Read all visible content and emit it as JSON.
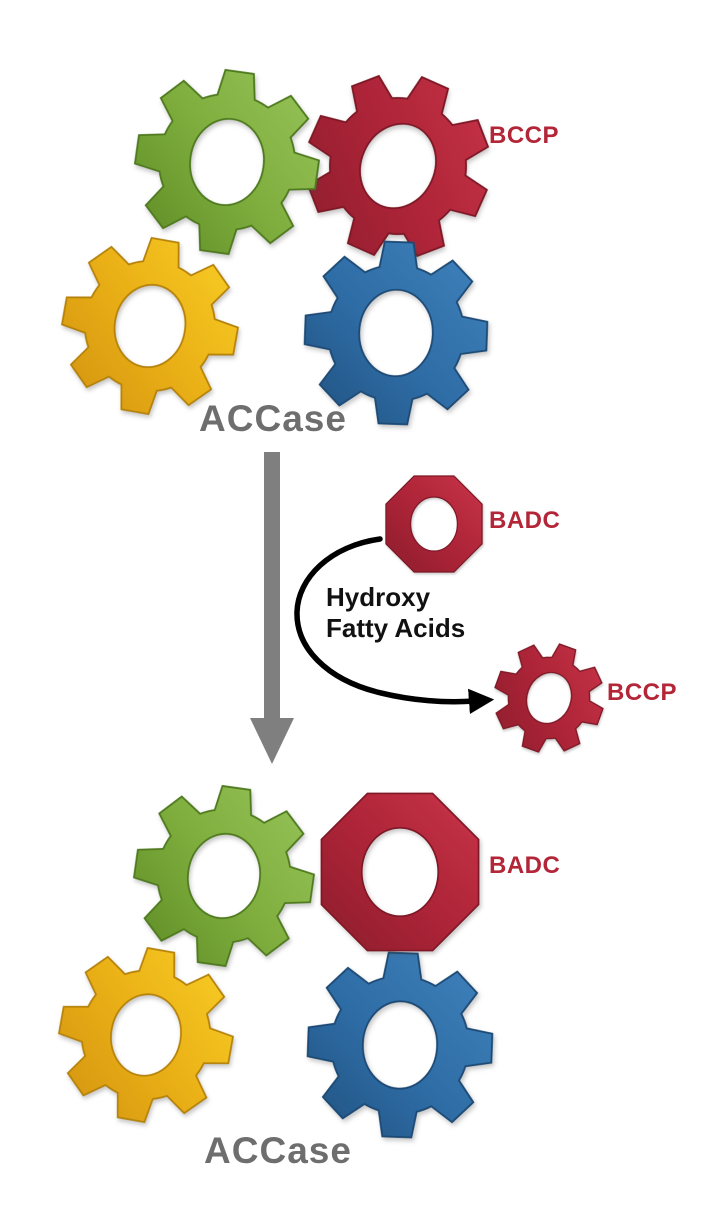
{
  "colors": {
    "green": "#7fae3e",
    "red": "#ae2438",
    "yellow": "#eab016",
    "blue": "#2e6ca5",
    "label_red": "#b32638",
    "label_gray": "#6e6e6e",
    "annotation_black": "#111111",
    "arrow_gray": "#7f7f7f"
  },
  "top_complex": {
    "name_label": "ACCase",
    "bccp_label": "BCCP"
  },
  "transition": {
    "badc_label": "BADC",
    "released_line1": "Hydroxy",
    "released_line2": "Fatty Acids",
    "bccp_label": "BCCP"
  },
  "bottom_complex": {
    "name_label": "ACCase",
    "badc_label": "BADC"
  }
}
